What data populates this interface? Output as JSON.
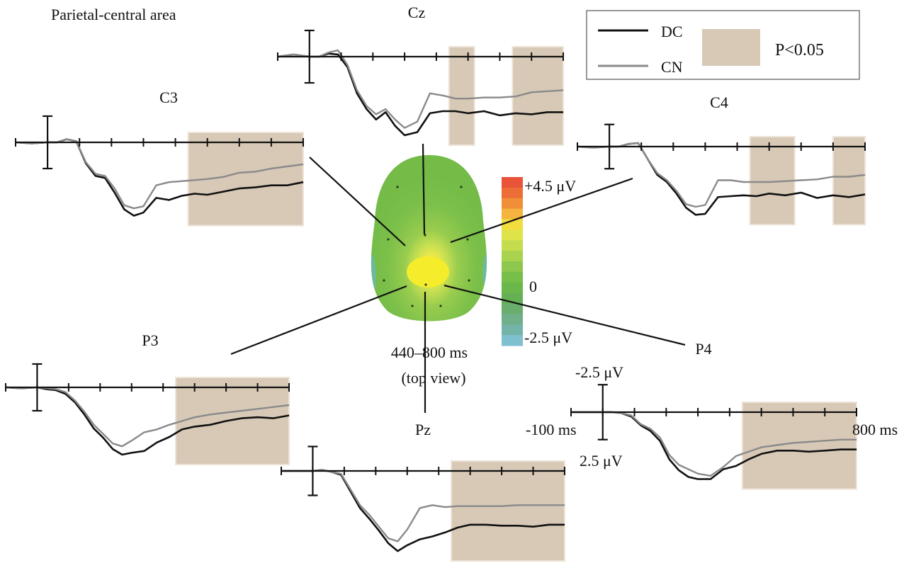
{
  "title": "Parietal-central area",
  "legend": {
    "items": [
      {
        "label": "DC",
        "color": "#111111"
      },
      {
        "label": "CN",
        "color": "#8a8a8a"
      }
    ],
    "significance_label": "P<0.05",
    "significance_color": "#d8c9b6"
  },
  "colorbar": {
    "max_label": "+4.5 μV",
    "zero_label": "0",
    "min_label": "-2.5 μV",
    "range": [
      -2.5,
      4.5
    ],
    "colors": [
      "#e8533a",
      "#ec6d36",
      "#f08f38",
      "#f4b43e",
      "#f1dd3e",
      "#dfe34a",
      "#c4dc4e",
      "#a9d24f",
      "#8dc74c",
      "#77bf48",
      "#6ab74a",
      "#65b055",
      "#6aae6e",
      "#6fb08a",
      "#74b4a8",
      "#7ec0cf"
    ]
  },
  "topomap": {
    "window_label": "440–800 ms",
    "view_label": "(top view)"
  },
  "axis_legend": {
    "neg_label": "-2.5 μV",
    "pos_label": "2.5 μV",
    "start_label": "-100 ms",
    "end_label": "800 ms"
  },
  "chart_data": {
    "type": "line",
    "x_unit": "ms",
    "y_unit": "μV",
    "x_range": [
      -100,
      800
    ],
    "x_ticks": [
      -100,
      0,
      100,
      200,
      300,
      400,
      500,
      600,
      700,
      800
    ],
    "y_scale_bar": [
      -2.5,
      2.5
    ],
    "y_orientation": "negative up",
    "x": [
      -100,
      -50,
      0,
      30,
      60,
      90,
      120,
      150,
      180,
      210,
      240,
      270,
      300,
      340,
      380,
      420,
      460,
      500,
      550,
      600,
      650,
      700,
      750,
      800
    ],
    "panels": [
      {
        "name": "C3",
        "significant_windows": [
          [
            440,
            800
          ]
        ],
        "series": [
          {
            "name": "DC",
            "values": [
              0,
              0.1,
              0,
              0,
              -0.3,
              -0.1,
              2.0,
              3.2,
              3.4,
              4.8,
              6.4,
              7.0,
              6.7,
              5.3,
              5.5,
              5.1,
              4.9,
              5.0,
              4.7,
              4.4,
              4.3,
              4.1,
              4.1,
              3.8
            ]
          },
          {
            "name": "CN",
            "values": [
              0,
              0.1,
              0,
              0,
              -0.3,
              -0.1,
              1.9,
              3.0,
              3.2,
              4.4,
              6.0,
              6.3,
              6.1,
              4.1,
              3.8,
              3.7,
              3.6,
              3.5,
              3.3,
              2.9,
              2.8,
              2.5,
              2.3,
              2.1
            ]
          }
        ]
      },
      {
        "name": "Cz",
        "significant_windows": [
          [
            440,
            520
          ],
          [
            640,
            800
          ]
        ],
        "series": [
          {
            "name": "DC",
            "values": [
              0,
              -0.2,
              0,
              0,
              -0.3,
              -0.2,
              1.0,
              3.5,
              5.0,
              6.0,
              5.3,
              6.6,
              7.5,
              7.2,
              5.4,
              5.2,
              5.2,
              5.4,
              5.2,
              5.6,
              5.4,
              5.5,
              5.3,
              5.3
            ]
          },
          {
            "name": "CN",
            "values": [
              0,
              -0.2,
              0,
              0,
              -0.4,
              -0.6,
              0.8,
              3.2,
              4.7,
              5.5,
              5.0,
              6.0,
              6.8,
              6.2,
              3.5,
              3.7,
              4.0,
              4.0,
              3.9,
              3.9,
              3.8,
              3.4,
              3.3,
              3.2
            ]
          }
        ]
      },
      {
        "name": "C4",
        "significant_windows": [
          [
            440,
            580
          ],
          [
            700,
            800
          ]
        ],
        "series": [
          {
            "name": "DC",
            "values": [
              0,
              0.1,
              0,
              0,
              -0.3,
              -0.4,
              1.4,
              3.2,
              4.0,
              5.3,
              6.9,
              7.7,
              7.6,
              5.7,
              5.6,
              5.5,
              5.6,
              5.3,
              5.5,
              5.2,
              5.8,
              5.5,
              5.7,
              5.4
            ]
          },
          {
            "name": "CN",
            "values": [
              0,
              0.1,
              0,
              0,
              -0.3,
              -0.4,
              1.4,
              3.0,
              3.8,
              5.0,
              6.5,
              6.8,
              6.6,
              3.8,
              3.8,
              4.0,
              4.0,
              4.0,
              3.9,
              3.8,
              3.7,
              3.4,
              3.4,
              3.2
            ]
          }
        ]
      },
      {
        "name": "P3",
        "significant_windows": [
          [
            440,
            800
          ]
        ],
        "series": [
          {
            "name": "DC",
            "values": [
              0,
              0.1,
              0,
              0.2,
              0.3,
              0.7,
              1.6,
              2.9,
              4.4,
              5.4,
              6.6,
              7.2,
              7.0,
              6.8,
              5.9,
              5.3,
              4.5,
              4.2,
              4.0,
              3.6,
              3.3,
              3.2,
              3.3,
              3.0
            ]
          },
          {
            "name": "CN",
            "values": [
              0,
              0.1,
              0,
              0.1,
              0.2,
              0.5,
              1.4,
              2.6,
              4.0,
              5.0,
              6.0,
              6.3,
              5.7,
              4.8,
              4.5,
              4.0,
              3.6,
              3.2,
              2.9,
              2.7,
              2.5,
              2.3,
              2.1,
              1.9
            ]
          }
        ]
      },
      {
        "name": "Pz",
        "significant_windows": [
          [
            440,
            800
          ]
        ],
        "series": [
          {
            "name": "DC",
            "values": [
              0,
              0,
              0,
              -0.1,
              0.1,
              0.4,
              2.1,
              3.8,
              4.9,
              6.1,
              7.4,
              8.2,
              7.6,
              7.0,
              6.7,
              6.3,
              5.8,
              5.5,
              5.5,
              5.6,
              5.6,
              5.7,
              5.5,
              5.5
            ]
          },
          {
            "name": "CN",
            "values": [
              0,
              0,
              0,
              -0.1,
              0.1,
              0.3,
              1.9,
              3.5,
              4.5,
              5.7,
              6.9,
              7.2,
              6.0,
              3.8,
              3.5,
              3.7,
              3.6,
              3.6,
              3.6,
              3.6,
              3.5,
              3.5,
              3.5,
              3.5
            ]
          }
        ]
      },
      {
        "name": "P4",
        "significant_windows": [
          [
            440,
            800
          ]
        ],
        "series": [
          {
            "name": "DC",
            "values": [
              0,
              0,
              0,
              0,
              0.1,
              0.4,
              1.2,
              1.7,
              2.6,
              4.3,
              5.3,
              5.9,
              6.1,
              6.1,
              5.2,
              4.9,
              4.3,
              3.8,
              3.5,
              3.5,
              3.6,
              3.5,
              3.4,
              3.4
            ]
          },
          {
            "name": "CN",
            "values": [
              0,
              0,
              0,
              0,
              0.1,
              0.3,
              1.1,
              1.5,
              2.3,
              3.9,
              4.8,
              5.2,
              5.6,
              5.8,
              5.0,
              4.0,
              3.6,
              3.2,
              3.0,
              2.8,
              2.7,
              2.6,
              2.5,
              2.5
            ]
          }
        ]
      }
    ]
  }
}
